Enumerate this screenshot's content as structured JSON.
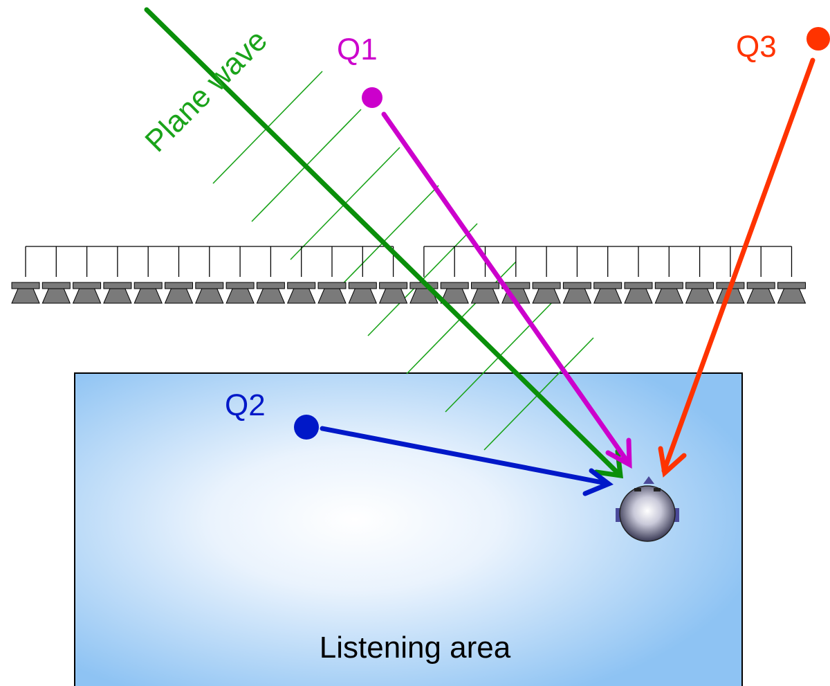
{
  "labels": {
    "plane_wave": "Plane wave",
    "q1": "Q1",
    "q2": "Q2",
    "q3": "Q3",
    "listening_area": "Listening area"
  },
  "colors": {
    "plane_wave": "#0a8f0a",
    "wavefront": "#1aa31a",
    "q1": "#cc00cc",
    "q2": "#0018c8",
    "q3": "#ff3300",
    "listening_area_edge": "#8ec3f3",
    "listening_area_center": "#ffffff",
    "speaker": "#7a7a7a",
    "outline": "#000000"
  },
  "loudspeaker_array": {
    "count": 26
  },
  "listener_icon": "listener-head-icon"
}
